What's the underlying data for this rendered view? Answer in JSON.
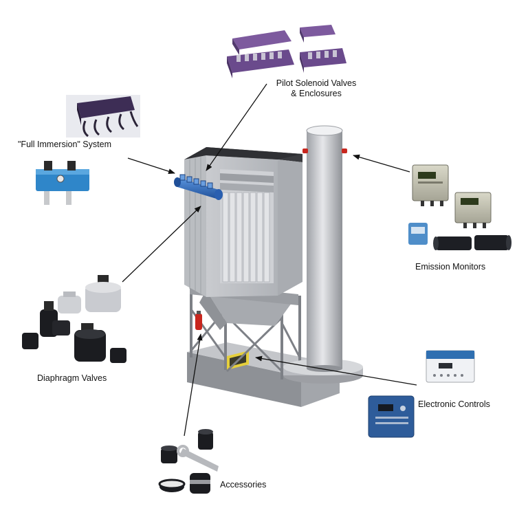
{
  "labels": {
    "pilot_solenoid_line1": "Pilot Solenoid Valves",
    "pilot_solenoid_line2": "& Enclosures",
    "full_immersion": "\"Full Immersion\" System",
    "emission_monitors": "Emission Monitors",
    "diaphragm_valves": "Diaphragm Valves",
    "electronic_controls": "Electronic Controls",
    "accessories": "Accessories"
  },
  "colors": {
    "structure_light": "#d4d6da",
    "structure_mid": "#b3b6bb",
    "structure_dark": "#8d9096",
    "manifold_blue": "#2f6fc4",
    "valve_purple": "#6a4a8c",
    "accent_red": "#c8261e",
    "arrow": "#111111"
  }
}
